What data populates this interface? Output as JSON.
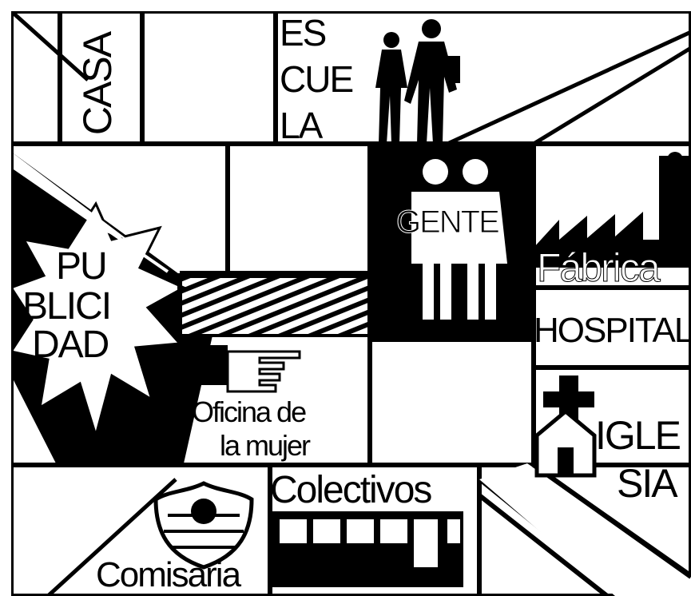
{
  "colors": {
    "ink": "#000000",
    "paper": "#ffffff"
  },
  "cells": {
    "casa": "CASA",
    "escuela": [
      "ES",
      "CUE",
      "LA"
    ],
    "gente": "GENTE",
    "fabrica": "Fábrica",
    "hospital": "HOSPITAL",
    "publicidad": [
      "PU",
      "BLICI",
      "DAD"
    ],
    "oficina": [
      "Oficina de",
      "la mujer"
    ],
    "iglesia": [
      "IGLE",
      "SIA"
    ],
    "colectivos": "Colectivos",
    "comisaria": "Comisaria"
  },
  "icons": [
    "people-walking-icon",
    "couple-icon",
    "factory-icon",
    "pointing-hand-icon",
    "house-icon",
    "cross-icon",
    "police-badge-icon",
    "bus-icon",
    "starburst-icon"
  ]
}
